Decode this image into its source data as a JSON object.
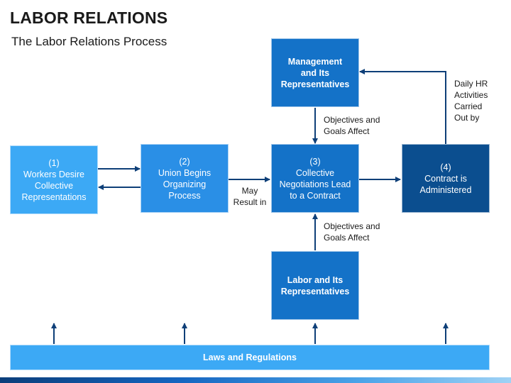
{
  "title": "LABOR RELATIONS",
  "subtitle": "The Labor Relations Process",
  "boxes": {
    "workers": {
      "lines": [
        "(1)",
        "Workers Desire",
        "Collective",
        "Representations"
      ],
      "color": "#3ca9f5"
    },
    "union": {
      "lines": [
        "(2)",
        "Union Begins",
        "Organizing",
        "Process"
      ],
      "color": "#2a8fe6"
    },
    "negotiations": {
      "lines": [
        "(3)",
        "Collective",
        "Negotiations Lead",
        "to a Contract"
      ],
      "color": "#1472c8"
    },
    "contract": {
      "lines": [
        "(4)",
        "Contract is",
        "Administered"
      ],
      "color": "#0b4e8f"
    },
    "management": {
      "lines": [
        "Management",
        "and Its",
        "Representatives"
      ],
      "color": "#1472c8"
    },
    "labor": {
      "lines": [
        "Labor and Its",
        "Representatives"
      ],
      "color": "#1472c8"
    },
    "laws": {
      "lines": [
        "Laws and Regulations"
      ],
      "color": "#3ca9f5"
    }
  },
  "labels": {
    "may_result": [
      "May",
      "Result in"
    ],
    "objectives_top": [
      "Objectives and",
      "Goals Affect"
    ],
    "objectives_bottom": [
      "Objectives and",
      "Goals Affect"
    ],
    "daily_hr": [
      "Daily HR",
      "Activities",
      "Carried",
      "Out by"
    ]
  },
  "colors": {
    "arrow": "#0e3f78"
  }
}
